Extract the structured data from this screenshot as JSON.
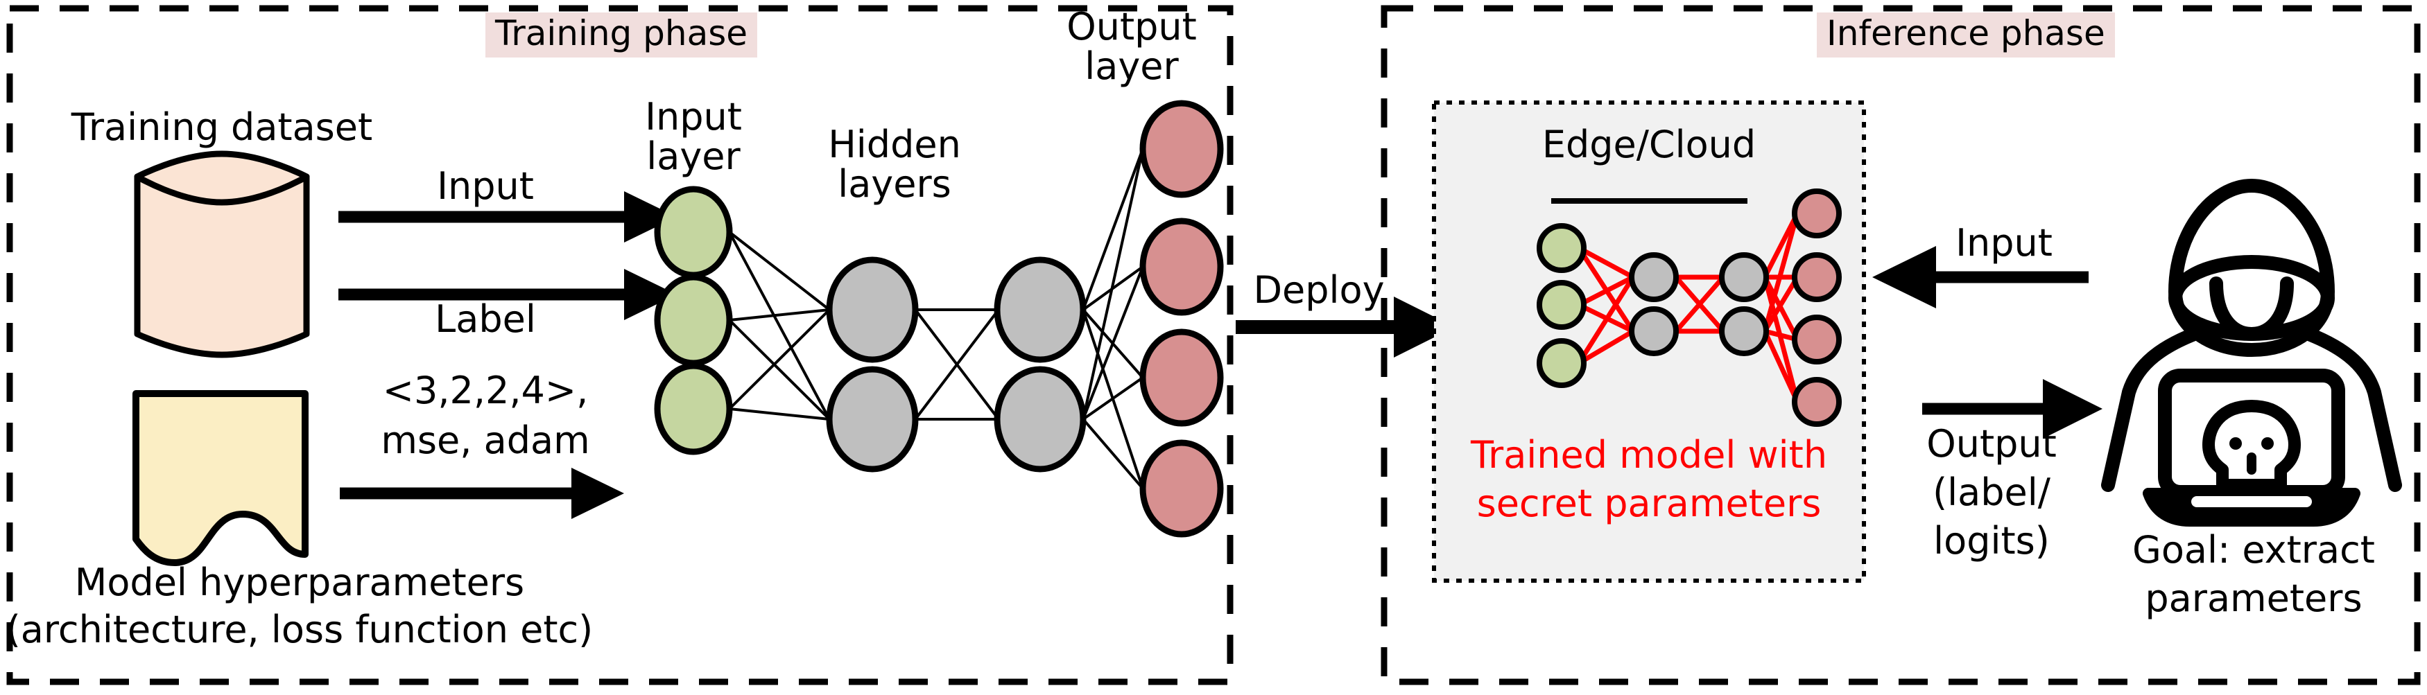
{
  "figure": {
    "type": "diagram",
    "title": "Model extraction attack: training phase and inference phase",
    "colors": {
      "phase_tag_bg": "#f1dedd",
      "input_node": "#c5d6a0",
      "hidden_node": "#bfbfbf",
      "output_node": "#d79090",
      "dataset_cylinder": "#fbe4d4",
      "hyperparam_doc": "#fbeec4",
      "edge_cloud_bg": "#f1f1f1",
      "secret_text": "#ff0000",
      "stroke": "#000000"
    }
  },
  "training_panel": {
    "tag": "Training phase",
    "dataset_label": "Training dataset",
    "arrows": [
      {
        "label": "Input"
      },
      {
        "label": "Label"
      }
    ],
    "hyperparam_arrow": {
      "line1": "<3,2,2,4>,",
      "line2": "mse, adam"
    },
    "hyperparam_caption_line1": "Model hyperparameters",
    "hyperparam_caption_line2": "(architecture, loss function etc)",
    "network_labels": {
      "input": "Input\nlayer",
      "hidden": "Hidden\nlayers",
      "output": "Output\nlayer"
    },
    "network": {
      "architecture": [
        3,
        2,
        2,
        4
      ],
      "layers": [
        {
          "name": "input layer",
          "count": 3,
          "color": "#c5d6a0"
        },
        {
          "name": "hidden layer 1",
          "count": 2,
          "color": "#bfbfbf"
        },
        {
          "name": "hidden layer 2",
          "count": 2,
          "color": "#bfbfbf"
        },
        {
          "name": "output layer",
          "count": 4,
          "color": "#d79090"
        }
      ],
      "edge_color": "#000000"
    }
  },
  "deploy_arrow": {
    "label": "Deploy"
  },
  "inference_panel": {
    "tag": "Inference phase",
    "edge_cloud": {
      "title": "Edge/Cloud",
      "secret_line1": "Trained model with",
      "secret_line2": "secret parameters",
      "network": {
        "architecture": [
          3,
          2,
          2,
          4
        ],
        "layers": [
          {
            "name": "input layer",
            "count": 3,
            "color": "#c5d6a0"
          },
          {
            "name": "hidden layer 1",
            "count": 2,
            "color": "#bfbfbf"
          },
          {
            "name": "hidden layer 2",
            "count": 2,
            "color": "#bfbfbf"
          },
          {
            "name": "output layer",
            "count": 4,
            "color": "#d79090"
          }
        ],
        "edge_color": "#ff0000"
      }
    },
    "input_arrow_label": "Input",
    "output_arrow_label_line1": "Output",
    "output_arrow_label_line2": "(label/",
    "output_arrow_label_line3": "logits)",
    "attacker": {
      "icon": "hooded-attacker-with-laptop",
      "goal_line1": "Goal: extract",
      "goal_line2": "parameters"
    }
  }
}
